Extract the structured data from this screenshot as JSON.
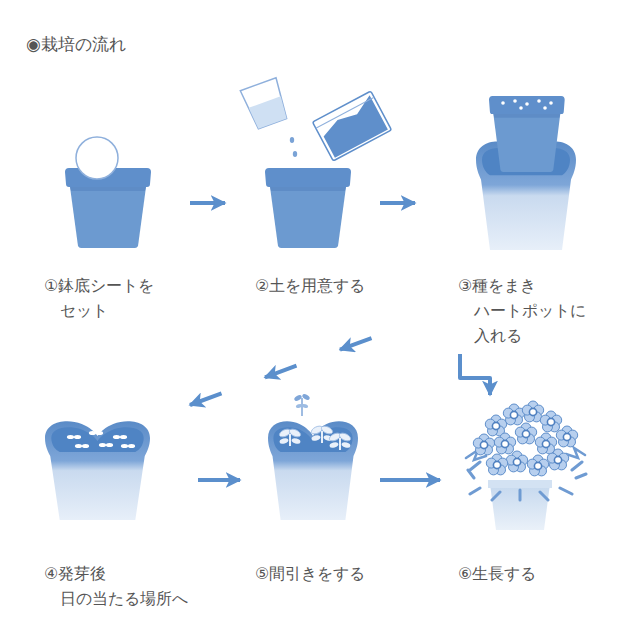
{
  "diagram": {
    "title": "◉栽培の流れ",
    "nodes": [
      {
        "text": [
          "①鉢底シートを セット"
        ]
      },
      {
        "text": [
          "②土を用意する"
        ]
      },
      {
        "text": [
          "③種をまき ハートポットに 入れる"
        ]
      },
      {
        "text": [
          "④発芽後 日の当たる場所へ"
        ]
      },
      {
        "text": [
          "⑤間引きをする"
        ]
      },
      {
        "text": [
          "⑥生長する"
        ]
      }
    ],
    "edges": [
      {
        "from": 0,
        "to": 1,
        "arrow": "to"
      },
      {
        "from": 1,
        "to": 2,
        "arrow": "to"
      },
      {
        "from": 2,
        "to": 3,
        "arrow": "to"
      },
      {
        "from": 2,
        "to": 5,
        "arrow": "to"
      },
      {
        "from": 3,
        "to": 4,
        "arrow": "to"
      },
      {
        "from": 4,
        "to": 5,
        "arrow": "to"
      }
    ]
  }
}
